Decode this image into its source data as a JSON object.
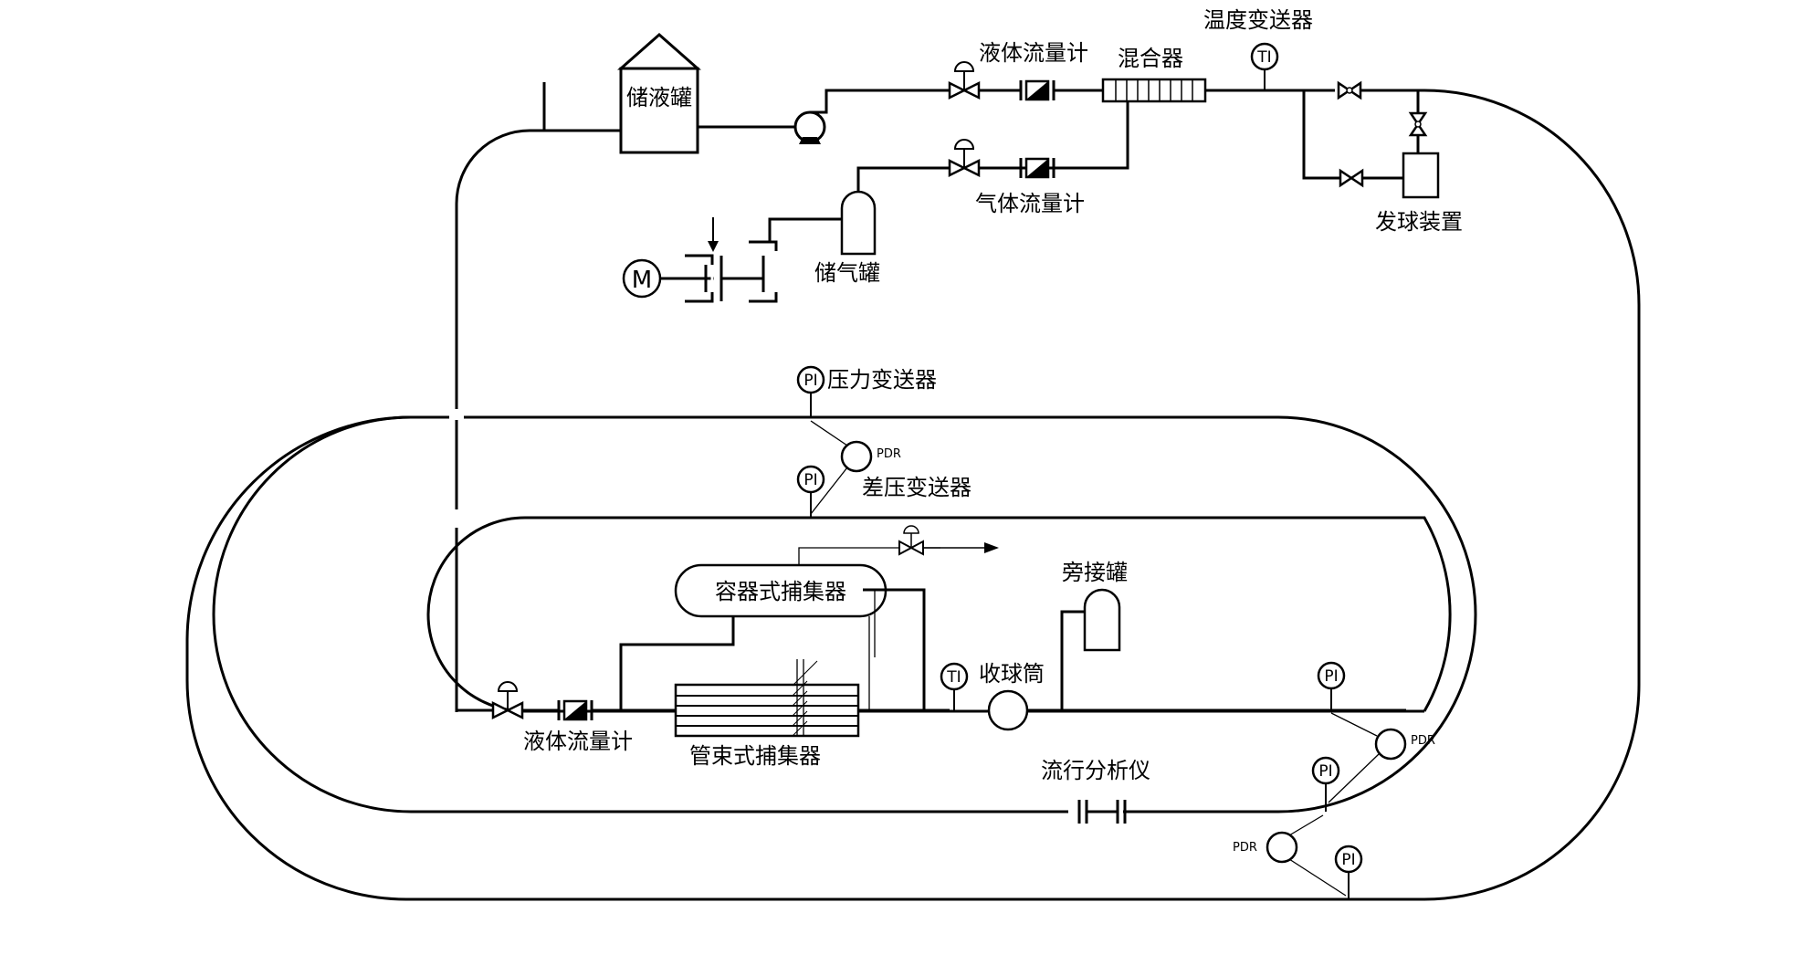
{
  "labels": {
    "storage_liquid_tank": "储液罐",
    "liquid_flowmeter_top": "液体流量计",
    "mixer": "混合器",
    "temperature_transmitter": "温度变送器",
    "gas_flowmeter": "气体流量计",
    "gas_tank": "储气罐",
    "pig_launcher": "发球装置",
    "pressure_transmitter": "压力变送器",
    "diff_pressure_transmitter": "差压变送器",
    "vessel_slug_catcher": "容器式捕集器",
    "bypass_tank": "旁接罐",
    "pig_receiver": "收球筒",
    "liquid_flowmeter_bottom": "液体流量计",
    "tube_bundle_catcher": "管束式捕集器",
    "flow_pattern_analyzer": "流行分析仪"
  },
  "instruments": {
    "pi": "PI",
    "ti": "TI",
    "pdr": "PDR",
    "motor": "M"
  }
}
